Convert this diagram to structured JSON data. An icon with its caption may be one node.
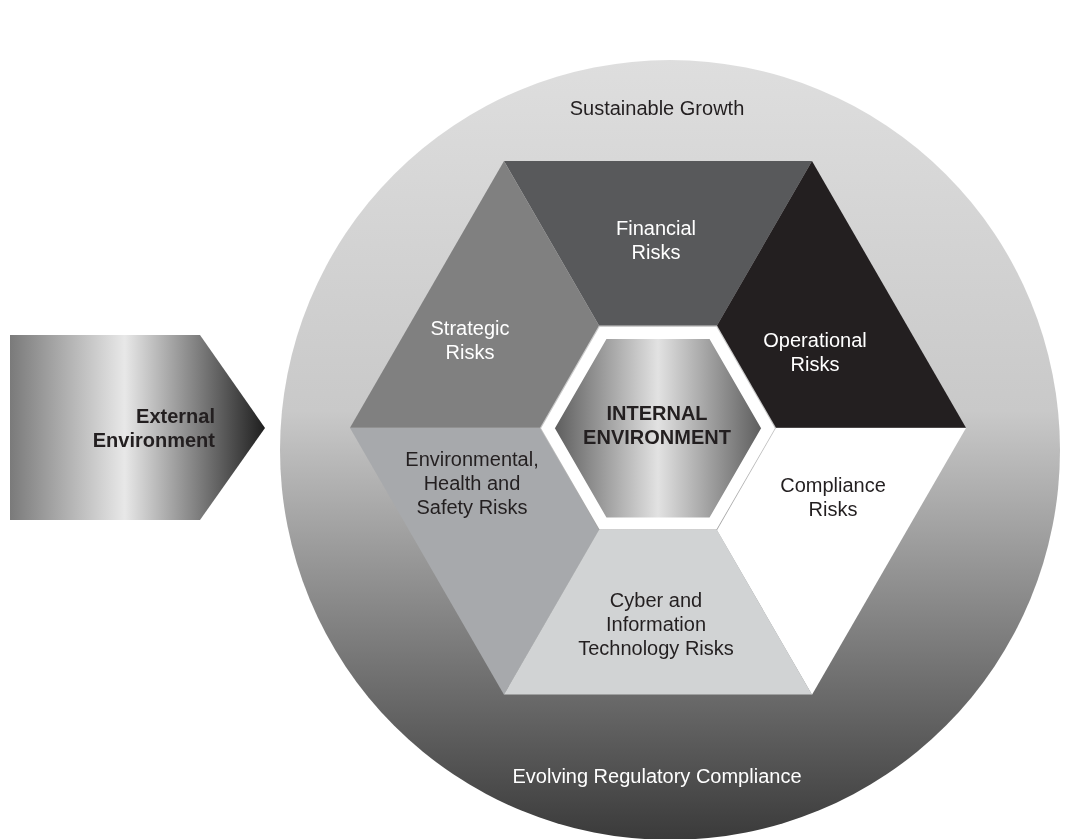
{
  "diagram": {
    "nodes": [
      {
        "text": [
          "External Environment"
        ]
      },
      {
        "text": [
          "Sustainable Growth",
          "Evolving Regulatory Compliance"
        ]
      },
      {
        "text": [
          "Financial Risks"
        ],
        "in": 1
      },
      {
        "text": [
          "Strategic Risks"
        ],
        "in": 1
      },
      {
        "text": [
          "Operational Risks"
        ],
        "in": 1
      },
      {
        "text": [
          "INTERNAL ENVIRONMENT"
        ],
        "in": 1
      },
      {
        "text": [
          "Environmental, Health and Safety Risks"
        ],
        "in": 1
      },
      {
        "text": [
          "Compliance Risks"
        ],
        "in": 1
      },
      {
        "text": [
          "Cyber and Information Technology Risks"
        ],
        "in": 1
      }
    ]
  }
}
